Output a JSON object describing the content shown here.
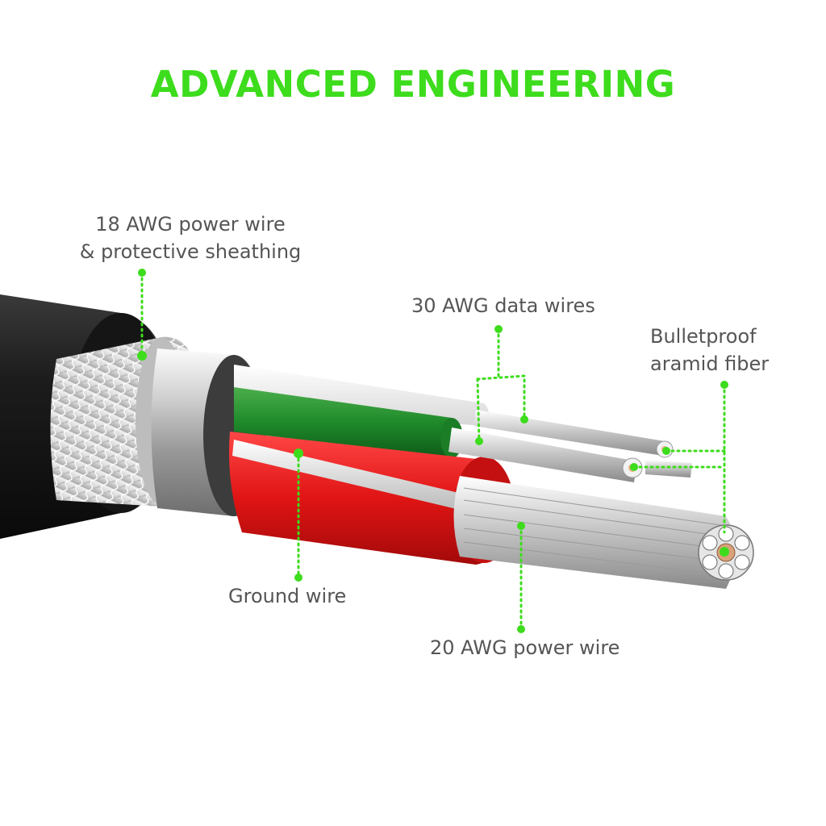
{
  "title": "ADVANCED ENGINEERING",
  "accent_color": "#3ddc1c",
  "labels": {
    "power18": {
      "line1": "18 AWG power wire",
      "line2": "& protective sheathing"
    },
    "data30": "30 AWG data wires",
    "aramid": {
      "line1": "Bulletproof",
      "line2": "aramid fiber"
    },
    "ground": "Ground wire",
    "power20": "20 AWG power wire"
  }
}
